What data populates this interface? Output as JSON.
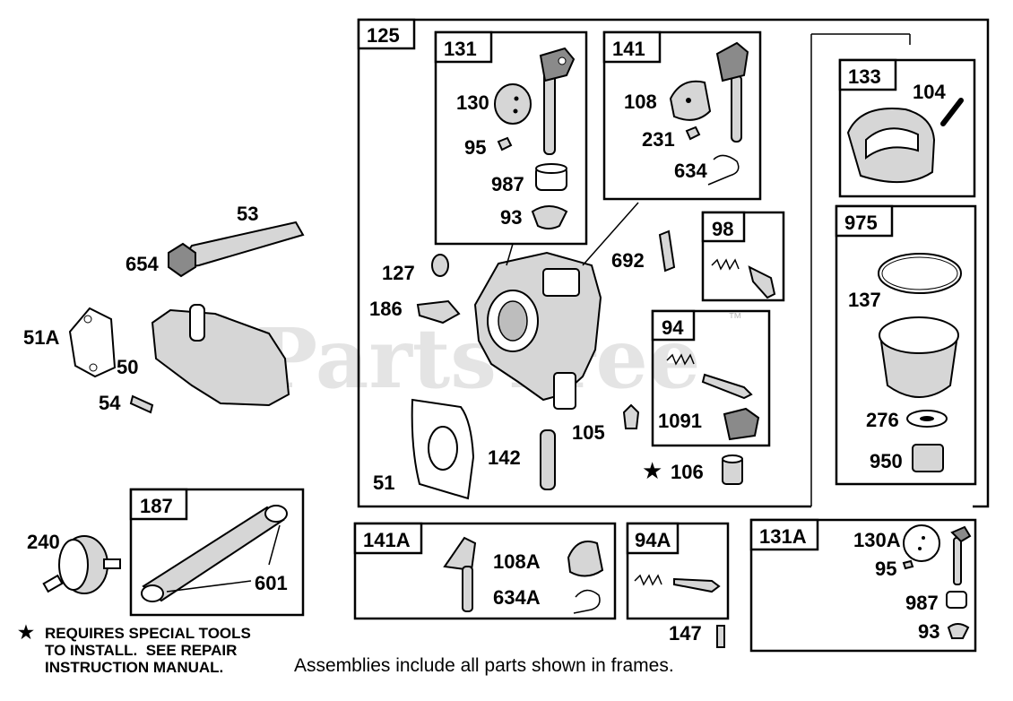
{
  "watermark": "PartsTree",
  "trademark": "™",
  "special_tools_note": {
    "symbol": "★",
    "lines": [
      "REQUIRES SPECIAL TOOLS",
      "TO INSTALL.  SEE REPAIR",
      "INSTRUCTION MANUAL."
    ]
  },
  "assemblies_note": "Assemblies include all parts shown in frames.",
  "frames": {
    "f125": "125",
    "f131": "131",
    "f141": "141",
    "f133": "133",
    "f975": "975",
    "f98": "98",
    "f94": "94",
    "f187": "187",
    "f141a": "141A",
    "f94a": "94A",
    "f131a": "131A"
  },
  "parts": {
    "p53": "53",
    "p654": "654",
    "p51a": "51A",
    "p50": "50",
    "p54": "54",
    "p240": "240",
    "p601": "601",
    "p130": "130",
    "p95": "95",
    "p987": "987",
    "p93": "93",
    "p108": "108",
    "p231": "231",
    "p634": "634",
    "p104": "104",
    "p137": "137",
    "p276": "276",
    "p950": "950",
    "p692": "692",
    "p127": "127",
    "p186": "186",
    "p51": "51",
    "p142": "142",
    "p105": "105",
    "p106": "106",
    "p1091": "1091",
    "p108a": "108A",
    "p634a": "634A",
    "p147": "147",
    "p130a": "130A",
    "p95b": "95",
    "p987b": "987",
    "p93b": "93"
  },
  "star_marker": "★"
}
